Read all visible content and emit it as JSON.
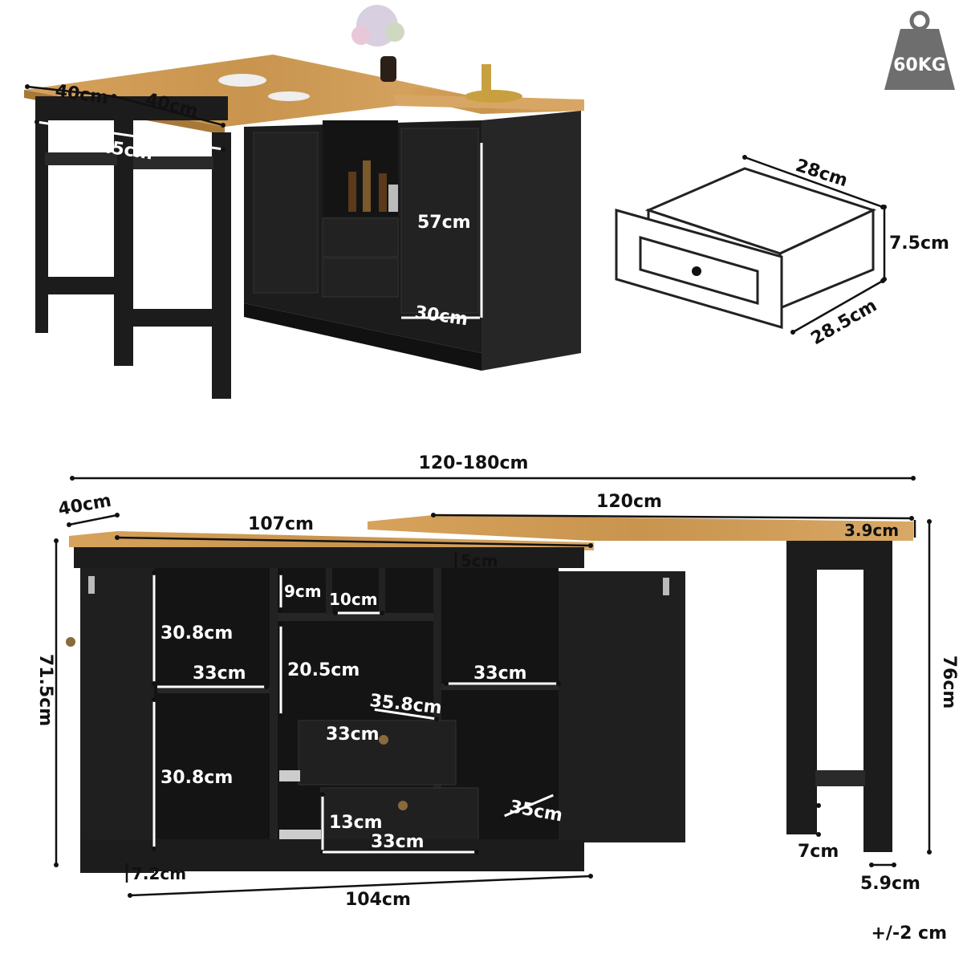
{
  "weight": {
    "label": "60KG"
  },
  "top_view": {
    "dims": {
      "leaf1": "40cm",
      "leaf2": "40cm",
      "span": "79.5cm",
      "height": "57cm",
      "depth": "30cm"
    }
  },
  "drawer_view": {
    "dims": {
      "width": "28cm",
      "height": "7.5cm",
      "depth": "28.5cm"
    }
  },
  "front_view": {
    "dims": {
      "total_width": "120-180cm",
      "depth": "40cm",
      "top_width": "107cm",
      "ext_width": "120cm",
      "thickness": "3.9cm",
      "top_gap": "5cm",
      "left_height": "71.5cm",
      "right_height": "76cm",
      "shelf_left_upper": "30.8cm",
      "shelf_left_width": "33cm",
      "shelf_left_lower": "30.8cm",
      "cube_height": "9cm",
      "cube_width": "10cm",
      "open_height": "20.5cm",
      "open_width": "35.8cm",
      "drawer_width": "33cm",
      "drawer_height": "13cm",
      "drawer2_width": "33cm",
      "right_shelf_width": "33cm",
      "right_depth": "35cm",
      "plinth": "7.2cm",
      "base_width": "104cm",
      "foot_height": "7cm",
      "leg_width": "5.9cm"
    },
    "tolerance": "+/-2 cm"
  },
  "colors": {
    "wood": "#C8944E",
    "wood_light": "#D9A866",
    "cabinet": "#1C1C1C",
    "cabinet_mid": "#262626",
    "interior": "#141414",
    "dim_line": "#111111",
    "weight_icon": "#6E6E6E"
  }
}
